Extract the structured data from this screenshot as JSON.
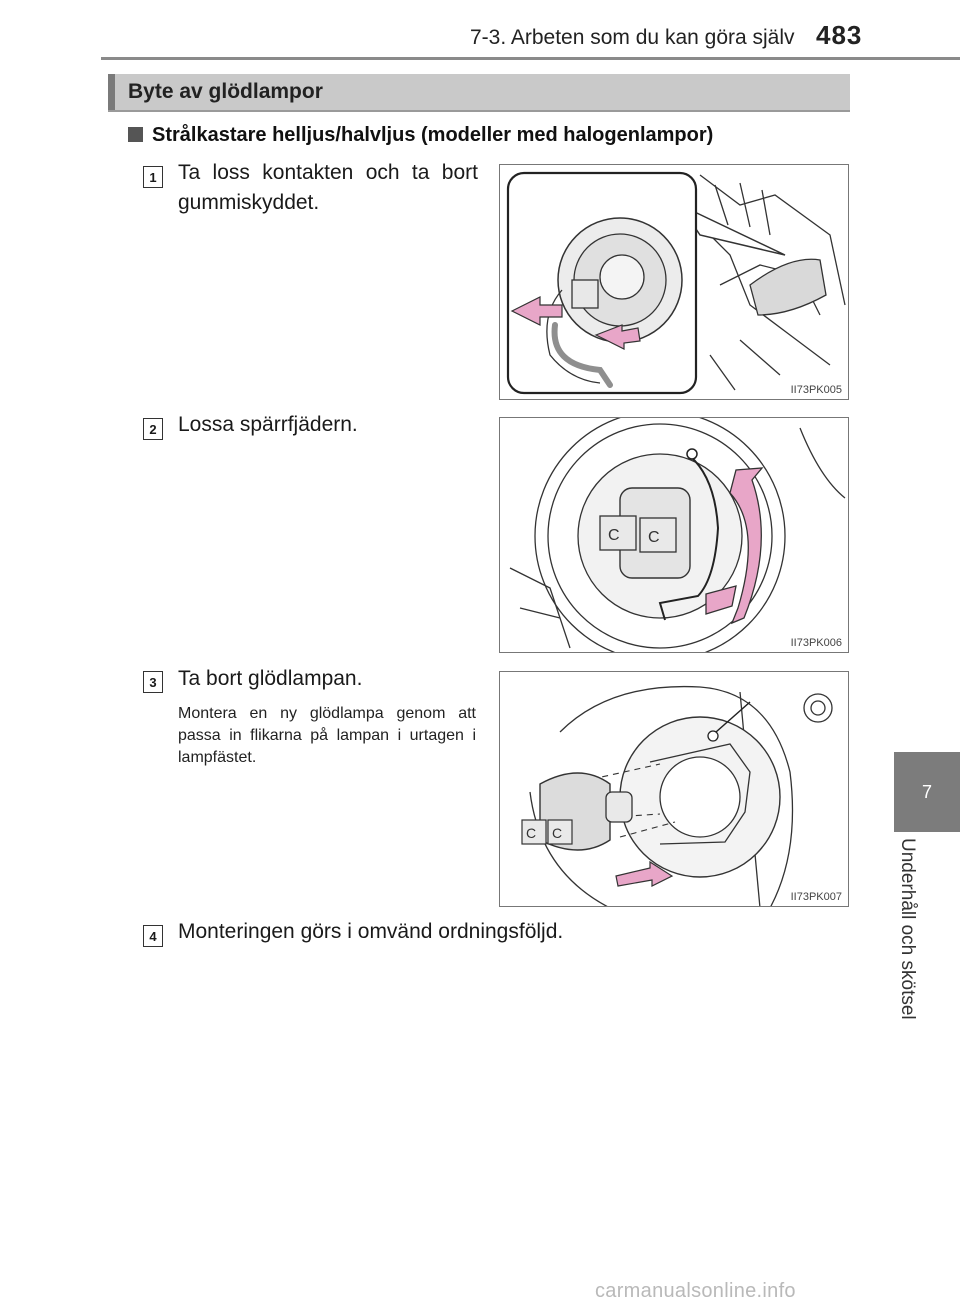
{
  "header": {
    "section_title": "7-3. Arbeten som du kan göra själv",
    "page_number": "483"
  },
  "side_tab": {
    "chapter_number": "7",
    "chapter_title": "Underhåll och skötsel"
  },
  "section": {
    "title": "Byte av glödlampor"
  },
  "subsection": {
    "title": "Strålkastare helljus/halvljus (modeller med halogenlampor)"
  },
  "steps": [
    {
      "number": "1",
      "text_line1": "Ta loss kontakten och ta bort",
      "text_line2": "gummiskyddet.",
      "figure_code": "II73PK005"
    },
    {
      "number": "2",
      "text": "Lossa spärrfjädern.",
      "figure_code": "II73PK006"
    },
    {
      "number": "3",
      "text": "Ta bort glödlampan.",
      "note": "Montera en ny glödlampa genom att passa in flikarna på lampan i urtagen i lampfästet.",
      "figure_code": "II73PK007"
    },
    {
      "number": "4",
      "text": "Monteringen görs i omvänd ordningsföljd."
    }
  ],
  "colors": {
    "arrow_pink": "#e8a6c8",
    "section_bar": "#c9c9c9",
    "side_tab": "#7c7c7c"
  },
  "footer": {
    "watermark": "carmanualsonline.info"
  }
}
